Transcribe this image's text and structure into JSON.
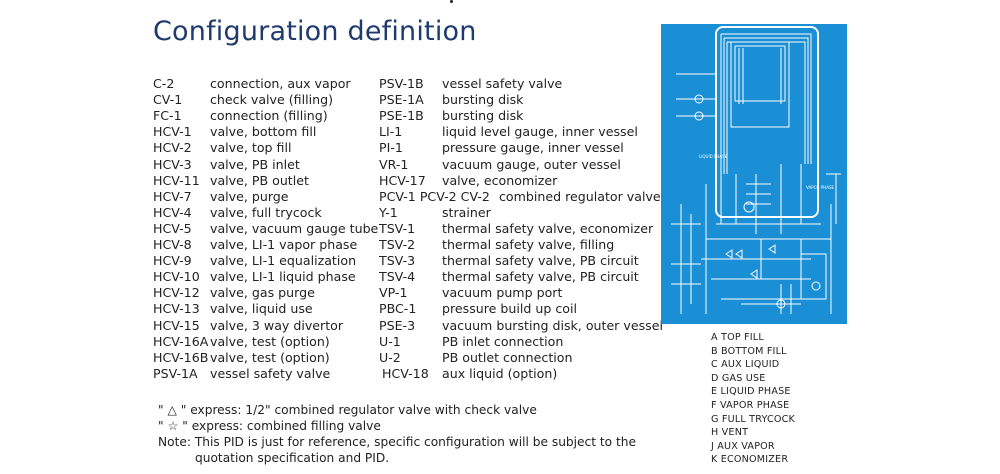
{
  "title": "Configuration definition",
  "left_column": [
    {
      "code": "C-2",
      "desc": "connection, aux vapor"
    },
    {
      "code": "CV-1",
      "desc": "check valve (filling)"
    },
    {
      "code": "FC-1",
      "desc": "connection (filling)"
    },
    {
      "code": "HCV-1",
      "desc": "valve, bottom fill"
    },
    {
      "code": "HCV-2",
      "desc": "valve, top fill"
    },
    {
      "code": "HCV-3",
      "desc": "valve, PB inlet"
    },
    {
      "code": "HCV-11",
      "desc": "valve, PB outlet"
    },
    {
      "code": "HCV-7",
      "desc": "valve, purge"
    },
    {
      "code": "HCV-4",
      "desc": "valve, full trycock"
    },
    {
      "code": "HCV-5",
      "desc": "valve, vacuum gauge tube"
    },
    {
      "code": "HCV-8",
      "desc": "valve, LI-1 vapor phase"
    },
    {
      "code": "HCV-9",
      "desc": "valve, LI-1 equalization"
    },
    {
      "code": "HCV-10",
      "desc": "valve, LI-1 liquid phase"
    },
    {
      "code": "HCV-12",
      "desc": "valve, gas purge"
    },
    {
      "code": "HCV-13",
      "desc": "valve, liquid use"
    },
    {
      "code": "HCV-15",
      "desc": "valve, 3 way divertor"
    },
    {
      "code": "HCV-16A",
      "desc": "valve, test (option)"
    },
    {
      "code": "HCV-16B",
      "desc": "valve, test (option)"
    },
    {
      "code": "PSV-1A",
      "desc": "vessel safety valve"
    }
  ],
  "right_column": [
    {
      "code": "PSV-1B",
      "desc": "vessel safety valve"
    },
    {
      "code": "PSE-1A",
      "desc": "bursting disk"
    },
    {
      "code": "PSE-1B",
      "desc": "bursting disk"
    },
    {
      "code": "LI-1",
      "desc": "liquid level gauge, inner vessel"
    },
    {
      "code": "PI-1",
      "desc": "pressure gauge, inner vessel"
    },
    {
      "code": "VR-1",
      "desc": "vacuum gauge, outer vessel"
    },
    {
      "code": "HCV-17",
      "desc": "valve, economizer"
    },
    {
      "code": "PCV-1  PCV-2  CV-2",
      "desc": "combined regulator valve"
    },
    {
      "code": "Y-1",
      "desc": "strainer"
    },
    {
      "code": "TSV-1",
      "desc": "thermal safety valve, economizer"
    },
    {
      "code": "TSV-2",
      "desc": "thermal safety valve, filling"
    },
    {
      "code": "TSV-3",
      "desc": "thermal safety valve, PB circuit"
    },
    {
      "code": "TSV-4",
      "desc": "thermal safety valve, PB circuit"
    },
    {
      "code": "VP-1",
      "desc": "vacuum pump port"
    },
    {
      "code": "PBC-1",
      "desc": "pressure build up coil"
    },
    {
      "code": "PSE-3",
      "desc": "vacuum bursting disk, outer vessel"
    },
    {
      "code": "U-1",
      "desc": "PB inlet connection"
    },
    {
      "code": "U-2",
      "desc": "PB outlet connection"
    },
    {
      "code": "HCV-18",
      "desc": "aux liquid (option)"
    }
  ],
  "notes": [
    "\" △ \" express: 1/2\" combined regulator valve with check valve",
    "\" ☆ \" express: combined filling valve",
    "Note: This PID is just for reference, specific configuration will be subject to the",
    "quotation specification and PID."
  ],
  "legend": [
    "A  TOP FILL",
    "B  BOTTOM FILL",
    "C  AUX LIQUID",
    "D  GAS USE",
    "E  LIQUID PHASE",
    "F  VAPOR PHASE",
    "G  FULL TRYCOCK",
    "H  VENT",
    "J  AUX VAPOR",
    "K  ECONOMIZER"
  ],
  "pid_labels": {
    "liquid_phase": "LIQUID PHASE",
    "vapor_phase": "VAPOR PHASE"
  },
  "colors": {
    "title": "#1f3a6e",
    "pid_background": "#1a8fd6",
    "pid_lines": "#ffffff"
  }
}
